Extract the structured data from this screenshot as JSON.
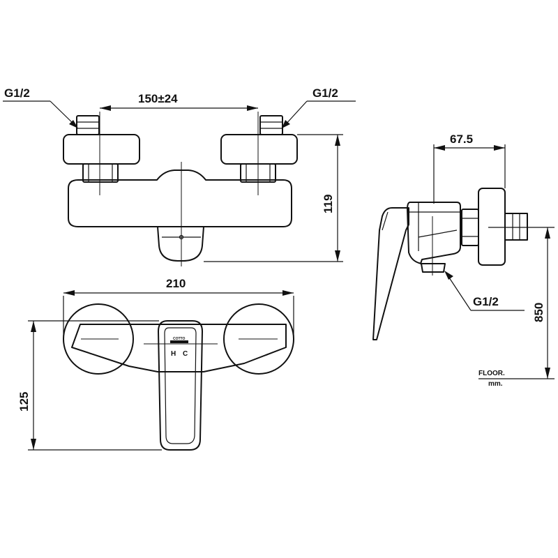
{
  "labels": {
    "thread_left": "G1/2",
    "thread_right": "G1/2",
    "centers": "150±24",
    "height_top": "119",
    "width": "210",
    "height_front": "125",
    "depth": "67.5",
    "thread_outlet": "G1/2",
    "mount_height": "850",
    "floor": "FLOOR.",
    "unit": "mm.",
    "hot": "H",
    "cold": "C",
    "brand": "COTTO"
  }
}
